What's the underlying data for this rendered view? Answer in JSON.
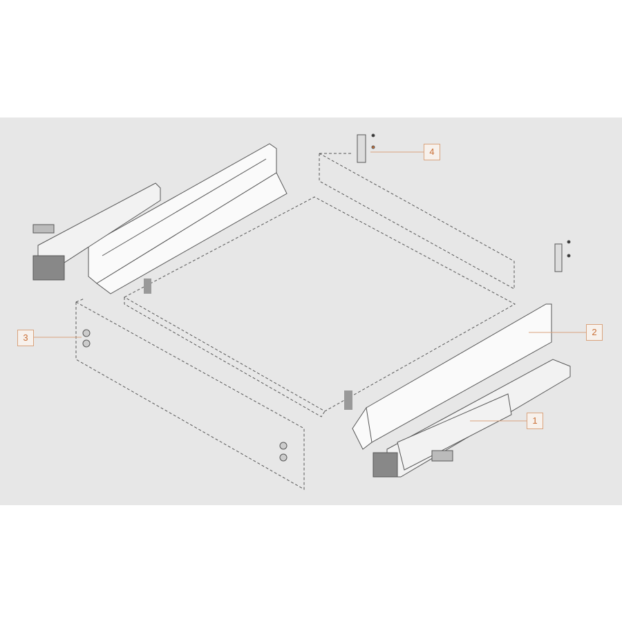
{
  "callouts": [
    {
      "number": "1",
      "part": "runner"
    },
    {
      "number": "2",
      "part": "drawer-side"
    },
    {
      "number": "3",
      "part": "front-fixing-bracket"
    },
    {
      "number": "4",
      "part": "back-fixing-bracket"
    }
  ],
  "colors": {
    "background_band": "#e7e7e7",
    "callout_border": "#d9a27c",
    "callout_text": "#c96f36",
    "line": "#555555"
  }
}
